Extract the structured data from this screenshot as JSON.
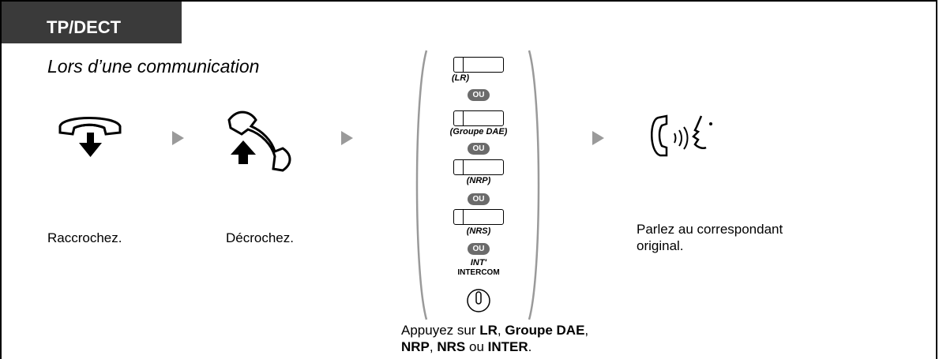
{
  "header": {
    "tab_label": "TP/DECT"
  },
  "heading": "Lors d’une communication",
  "steps": [
    {
      "icon": "hang-up-icon",
      "label": "Raccrochez."
    },
    {
      "icon": "off-hook-icon",
      "label": "Décrochez."
    },
    {
      "icon": "talk-icon",
      "label_line1": "Parlez au correspondant",
      "label_line2": "original."
    }
  ],
  "keys": {
    "items": [
      "(LR)",
      "(Groupe DAE)",
      "(NRP)",
      "(NRS)"
    ],
    "separator": "OU",
    "int_label": "INT'",
    "intercom_label": "INTERCOM"
  },
  "caption": {
    "prefix": "Appuyez sur ",
    "k1": "LR",
    "sep1": ", ",
    "k2": "Groupe DAE",
    "sep2": ",",
    "k3": "NRP",
    "sep3": ", ",
    "k4": "NRS",
    "sep4": " ou ",
    "k5": "INTER",
    "end": "."
  },
  "colors": {
    "tab_bg": "#3a3a3a",
    "arrow": "#9a9a9a",
    "ou_badge": "#6b6b6b"
  }
}
